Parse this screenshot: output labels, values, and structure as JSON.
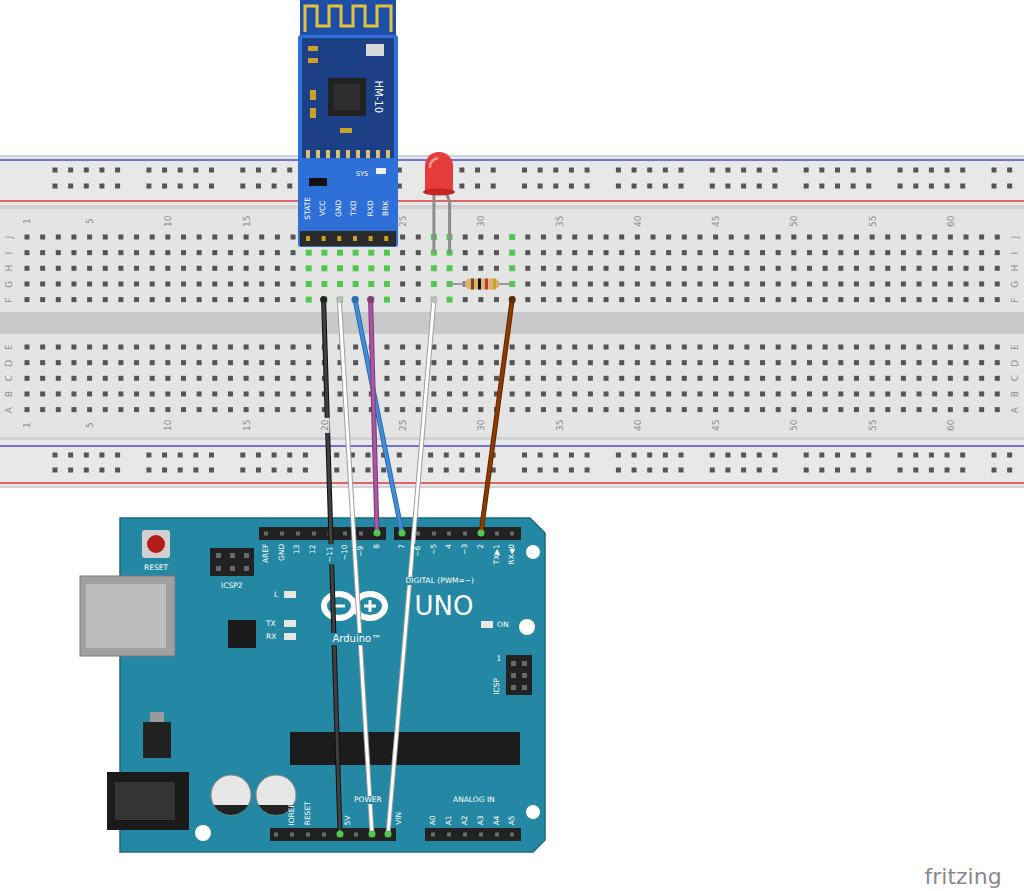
{
  "diagram": {
    "labels": [
      "1",
      "5",
      "10",
      "15",
      "25",
      "30",
      "35",
      "40",
      "45",
      "50",
      "55",
      "60",
      "1",
      "5",
      "10",
      "15",
      "20",
      "25",
      "30",
      "35",
      "40",
      "45",
      "50",
      "55",
      "60",
      "J",
      "I",
      "H",
      "G",
      "F",
      "E",
      "D",
      "C",
      "B",
      "A",
      "J",
      "I",
      "H",
      "G",
      "F",
      "E",
      "D",
      "C",
      "B",
      "A",
      "HM-10",
      "SYS",
      "STATE",
      "VCC",
      "GND",
      "TXD",
      "RXD",
      "BRK",
      "RESET",
      "ICSP2",
      "AREF",
      "GND",
      "13",
      "12",
      "~11",
      "~10",
      "~9",
      "8",
      "7",
      "~6",
      "~5",
      "4",
      "~3",
      "2",
      "TX▶1",
      "RX◀0",
      "DIGITAL (PWM=~)",
      "L",
      "TX",
      "RX",
      "UNO",
      "Arduino™",
      "ON",
      "1",
      "ICSP",
      "IOREF",
      "RESET",
      "5V",
      "VIN",
      "POWER",
      "ANALOG IN",
      "A0",
      "A1",
      "A2",
      "A3",
      "A4",
      "A5",
      "fritzing"
    ]
  }
}
